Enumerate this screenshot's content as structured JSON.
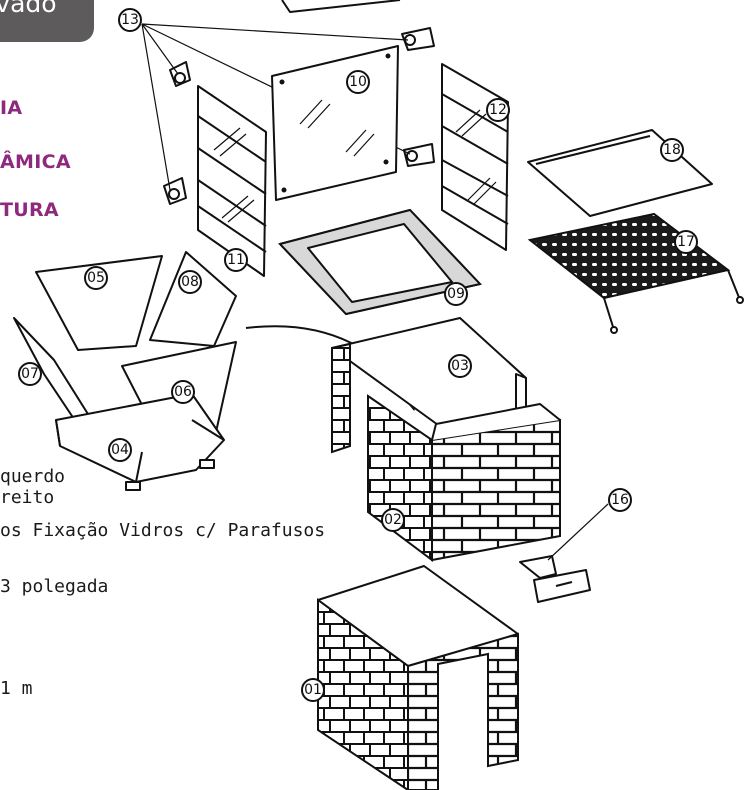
{
  "badge": {
    "text": "ovado"
  },
  "categories": [
    "IA",
    "ÂMICA",
    "TURA"
  ],
  "legend": [
    "querdo",
    "reito",
    "os Fixação Vidros c/ Parafusos",
    "3 polegada",
    "1 m"
  ],
  "callouts": [
    "01",
    "02",
    "03",
    "04",
    "05",
    "06",
    "07",
    "08",
    "09",
    "10",
    "11",
    "12",
    "13",
    "16",
    "17",
    "18"
  ]
}
